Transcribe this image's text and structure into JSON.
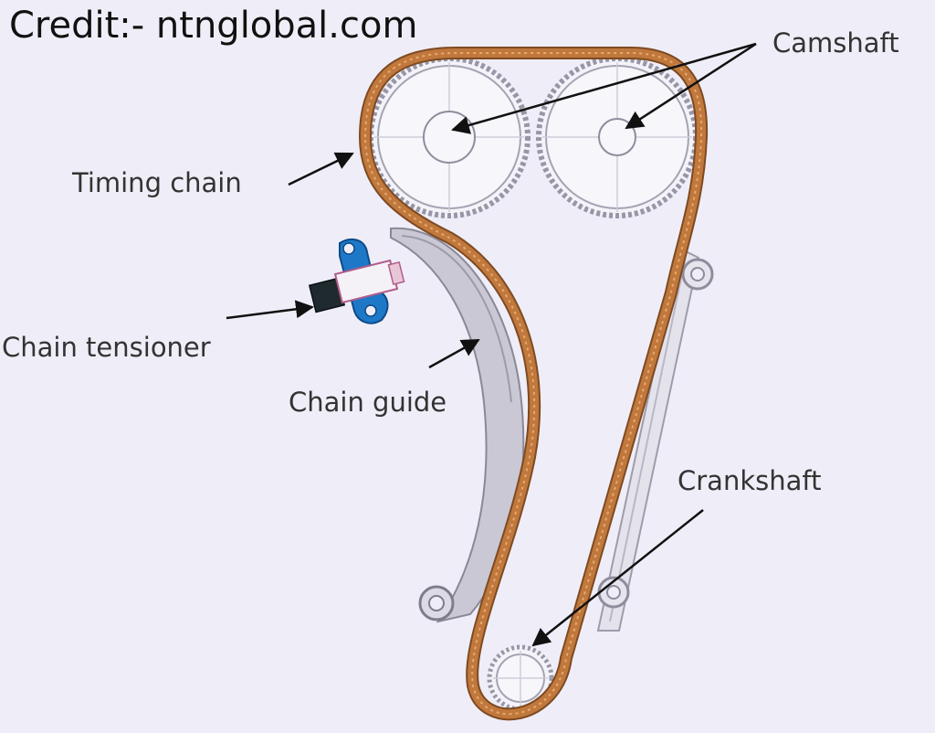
{
  "credit": "Credit:- ntnglobal.com",
  "labels": {
    "camshaft": "Camshaft",
    "timing_chain": "Timing chain",
    "chain_tensioner": "Chain tensioner",
    "chain_guide": "Chain guide",
    "crankshaft": "Crankshaft"
  },
  "colors": {
    "background": "#efeef8",
    "chain": "#c0783d",
    "chain_dark": "#7e4a22",
    "guide": "#c8c6d2",
    "tensioner_body": "#1e78c8",
    "arrow": "#111111"
  }
}
